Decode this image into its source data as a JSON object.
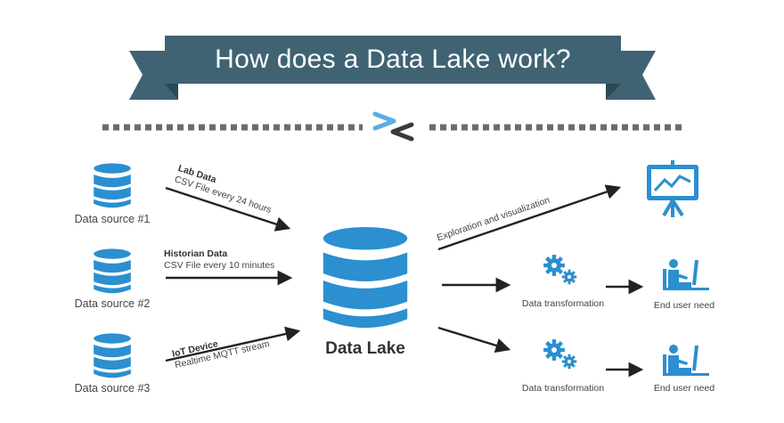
{
  "title": "How does a Data Lake work?",
  "colors": {
    "banner": "#3f6373",
    "banner_dark": "#2c4955",
    "accent": "#2b8fd0",
    "accent_light": "#5aaee3",
    "dashes": "#6b6b6b",
    "arrow": "#222222"
  },
  "sources": [
    {
      "label": "Data source #1",
      "icon": "database-icon"
    },
    {
      "label": "Data source #2",
      "icon": "database-icon"
    },
    {
      "label": "Data source #3",
      "icon": "database-icon"
    }
  ],
  "inputs": [
    {
      "name": "Lab Data",
      "detail": "CSV File every 24 hours"
    },
    {
      "name": "Historian Data",
      "detail": "CSV File every 10 minutes"
    },
    {
      "name": "IoT Device",
      "detail": "Realtime MQTT stream"
    }
  ],
  "lake": {
    "label": "Data Lake",
    "icon": "database-icon"
  },
  "outputs": {
    "exploration": {
      "label": "Exploration and visualization",
      "icon": "presentation-chart-icon"
    },
    "transform_1": {
      "label": "Data transformation",
      "icon": "gears-icon"
    },
    "transform_2": {
      "label": "Data transformation",
      "icon": "gears-icon"
    },
    "end_user_1": {
      "label": "End user need",
      "icon": "user-at-computer-icon"
    },
    "end_user_2": {
      "label": "End user need",
      "icon": "user-at-computer-icon"
    }
  },
  "divider_icon": "chevrons-icon"
}
